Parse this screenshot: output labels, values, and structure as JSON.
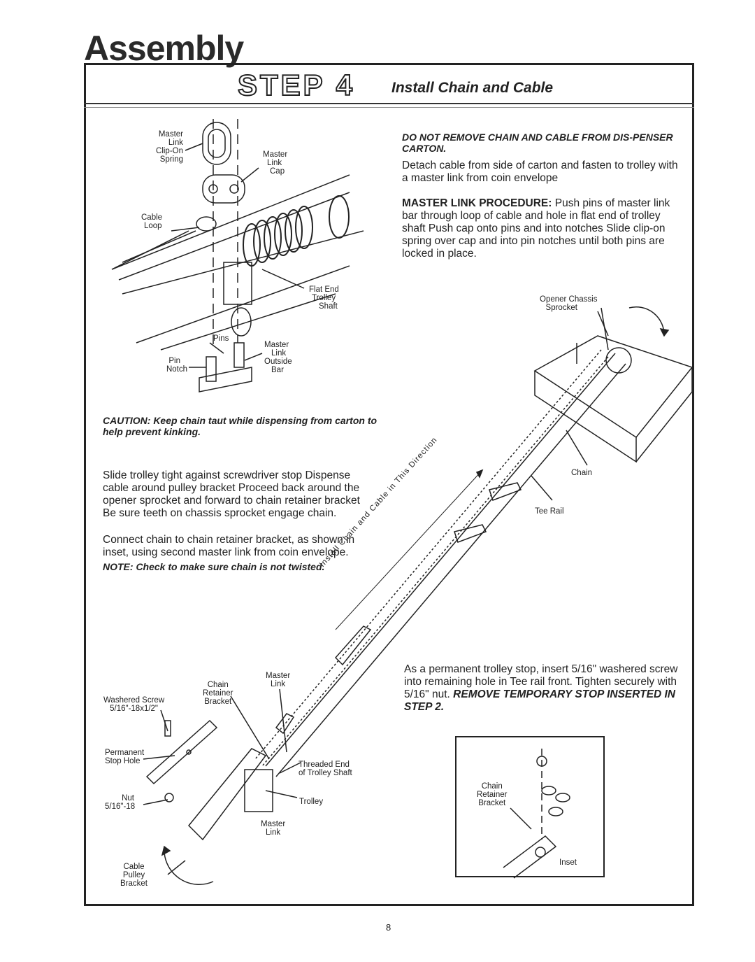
{
  "page": {
    "title": "Assembly",
    "step": "STEP 4",
    "step_title": "Install Chain and Cable",
    "page_number": "8"
  },
  "right_col": {
    "warning": "DO NOT REMOVE CHAIN AND CABLE FROM DIS-PENSER CARTON.",
    "detach": "Detach cable from side of carton and fasten to trolley with a master link from coin envelope",
    "master_link_title": "MASTER LINK PROCEDURE:",
    "master_link_text": "Push pins of master link bar through loop of cable and hole in flat end of trolley shaft Push cap onto pins and into notches Slide clip-on spring over cap and into pin notches until both pins are locked in place.",
    "permanent_stop": "As a permanent trolley stop, insert 5/16\" washered screw into remaining hole in Tee rail front. Tighten securely with 5/16\" nut.",
    "remove_temp": "REMOVE TEMPORARY STOP INSERTED IN STEP 2."
  },
  "left_col": {
    "caution": "CAUTION: Keep chain taut while dispensing from carton to help prevent kinking.",
    "slide": "Slide trolley tight against screwdriver stop Dispense cable around pulley bracket Proceed back around the opener sprocket and forward to chain retainer bracket Be sure teeth on chassis sprocket engage chain.",
    "connect": "Connect chain to chain retainer bracket, as shown in inset, using second master link from coin envelope.",
    "note": "NOTE: Check to make sure chain is not twisted."
  },
  "labels": {
    "master_link_clip_on_spring": [
      "Master",
      "Link",
      "Clip-On",
      "Spring"
    ],
    "master_link_cap": [
      "Master",
      "Link",
      "Cap"
    ],
    "cable_loop": [
      "Cable",
      "Loop"
    ],
    "flat_end_trolley_shaft": [
      "Flat End",
      "Trolley",
      "Shaft"
    ],
    "pins": "Pins",
    "pin_notch": [
      "Pin",
      "Notch"
    ],
    "master_link_outside_bar": [
      "Master",
      "Link",
      "Outside",
      "Bar"
    ],
    "opener_chassis_sprocket": [
      "Opener Chassis",
      "Sprocket"
    ],
    "chain": "Chain",
    "tee_rail": "Tee Rail",
    "direction": "Install Chain and Cable in This Direction",
    "washered_screw": [
      "Washered Screw",
      "5/16\"-18x1/2\""
    ],
    "chain_retainer_bracket": [
      "Chain",
      "Retainer",
      "Bracket"
    ],
    "master_link_lower": [
      "Master",
      "Link"
    ],
    "permanent_stop_hole": [
      "Permanent",
      "Stop Hole"
    ],
    "nut": [
      "Nut",
      "5/16\"-18"
    ],
    "threaded_end": [
      "Threaded End",
      "of Trolley Shaft"
    ],
    "trolley": "Trolley",
    "master_link_bottom": [
      "Master",
      "Link"
    ],
    "cable_pulley_bracket": [
      "Cable",
      "Pulley",
      "Bracket"
    ],
    "inset_chain_retainer": [
      "Chain",
      "Retainer",
      "Bracket"
    ],
    "inset": "Inset"
  }
}
